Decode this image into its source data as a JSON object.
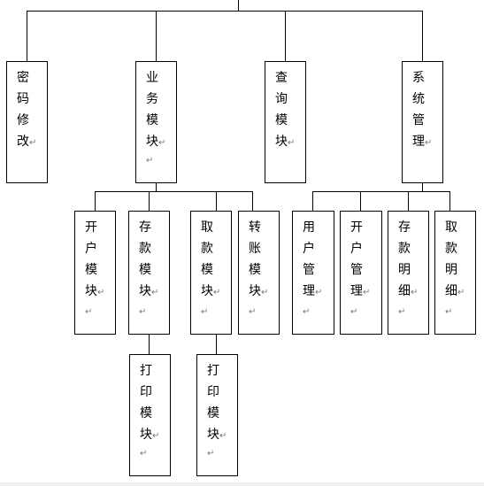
{
  "diagram": {
    "return_mark": "↵",
    "root_children": [
      {
        "id": "password",
        "chars": [
          "密",
          "码",
          "修",
          "改"
        ]
      },
      {
        "id": "business",
        "chars": [
          "业",
          "务",
          "模",
          "块"
        ]
      },
      {
        "id": "query",
        "chars": [
          "查",
          "询",
          "模",
          "块"
        ]
      },
      {
        "id": "system",
        "chars": [
          "系",
          "统",
          "管",
          "理"
        ]
      }
    ],
    "business_children": [
      {
        "id": "open-account",
        "chars": [
          "开",
          "户",
          "模",
          "块"
        ]
      },
      {
        "id": "deposit",
        "chars": [
          "存",
          "款",
          "模",
          "块"
        ]
      },
      {
        "id": "withdraw",
        "chars": [
          "取",
          "款",
          "模",
          "块"
        ]
      },
      {
        "id": "transfer",
        "chars": [
          "转",
          "账",
          "模",
          "块"
        ]
      }
    ],
    "system_children": [
      {
        "id": "user-mgmt",
        "chars": [
          "用",
          "户",
          "管",
          "理"
        ]
      },
      {
        "id": "open-account-mgmt",
        "chars": [
          "开",
          "户",
          "管",
          "理"
        ]
      },
      {
        "id": "deposit-detail",
        "chars": [
          "存",
          "款",
          "明",
          "细"
        ]
      },
      {
        "id": "withdraw-detail",
        "chars": [
          "取",
          "款",
          "明",
          "细"
        ]
      }
    ],
    "print_children": [
      {
        "id": "print-deposit",
        "chars": [
          "打",
          "印",
          "模",
          "块"
        ]
      },
      {
        "id": "print-withdraw",
        "chars": [
          "打",
          "印",
          "模",
          "块"
        ]
      }
    ]
  }
}
